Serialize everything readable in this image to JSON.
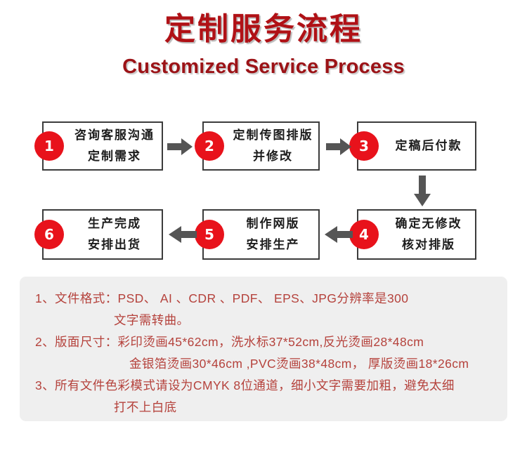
{
  "header": {
    "title_cn": "定制服务流程",
    "title_en": "Customized Service Process",
    "title_color": "#b01116"
  },
  "flow": {
    "accent_color": "#e8121b",
    "box_border_color": "#3c3c3c",
    "arrow_color": "#555555",
    "nodes": [
      {
        "number": "1",
        "lines": [
          "咨询客服沟通",
          "定制需求"
        ]
      },
      {
        "number": "2",
        "lines": [
          "定制传图排版",
          "并修改"
        ]
      },
      {
        "number": "3",
        "lines": [
          "定稿后付款"
        ]
      },
      {
        "number": "4",
        "lines": [
          "确定无修改",
          "核对排版"
        ]
      },
      {
        "number": "5",
        "lines": [
          "制作网版",
          "安排生产"
        ]
      },
      {
        "number": "6",
        "lines": [
          "生产完成",
          "安排出货"
        ]
      }
    ],
    "arrows": [
      {
        "name": "arrow-1-to-2",
        "direction": "right"
      },
      {
        "name": "arrow-2-to-3",
        "direction": "right"
      },
      {
        "name": "arrow-3-to-4",
        "direction": "down"
      },
      {
        "name": "arrow-4-to-5",
        "direction": "left"
      },
      {
        "name": "arrow-5-to-6",
        "direction": "left"
      }
    ]
  },
  "notes": {
    "background_color": "#efefef",
    "text_color": "#b5423c",
    "lines": [
      "1、文件格式：PSD、 AI 、CDR 、PDF、 EPS、JPG分辨率是300",
      "文字需转曲。",
      "2、版面尺寸：彩印烫画45*62cm，洗水标37*52cm,反光烫画28*48cm",
      "金银箔烫画30*46cm ,PVC烫画38*48cm， 厚版烫画18*26cm",
      "3、所有文件色彩模式请设为CMYK 8位通道，细小文字需要加粗，避免太细",
      "打不上白底"
    ]
  }
}
